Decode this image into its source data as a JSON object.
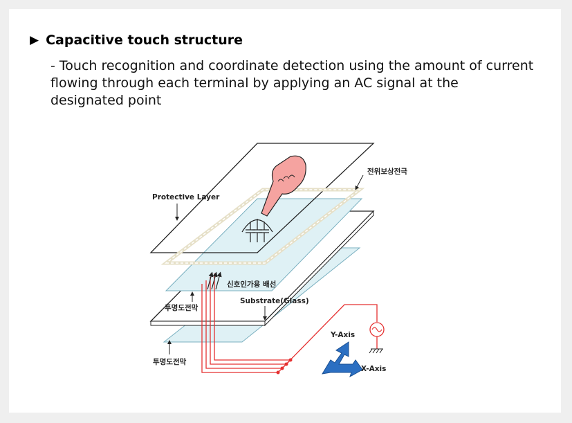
{
  "section": {
    "bullet_icon": "right-triangle-icon",
    "title": "Capacitive touch structure",
    "description": "- Touch recognition and coordinate detection using the amount of current flowing through each terminal by applying an AC signal at the designated point"
  },
  "diagram": {
    "labels": {
      "protective_layer": "Protective Layer",
      "compensation_electrode": "전위보상전극",
      "signal_wiring": "신호인가용 배선",
      "substrate": "Substrate(Glass)",
      "transparent_film_top": "투명도전막",
      "transparent_film_bottom": "투명도전막",
      "y_axis": "Y-Axis",
      "x_axis": "X-Axis"
    },
    "colors": {
      "layer_fill": "#dff1f5",
      "line": "#222222",
      "wire": "#e53030",
      "hand": "#f5a3a0",
      "axis_arrow": "#2b6fc2",
      "electrode_dash": "#e6e0c8"
    }
  }
}
